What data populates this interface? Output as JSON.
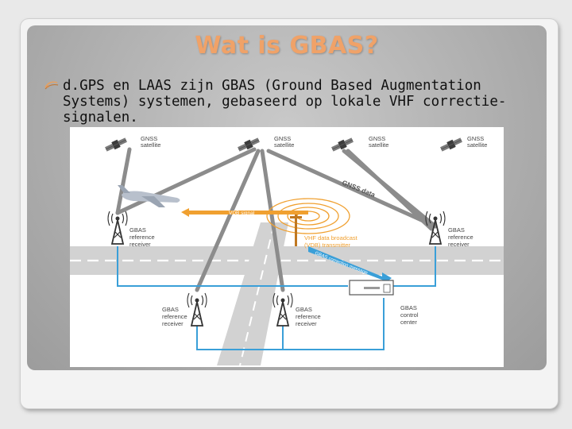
{
  "slide": {
    "title": "Wat is GBAS?",
    "bullet": "d.GPS en LAAS zijn GBAS (Ground Based Augmentation Systems) systemen, gebaseerd op lokale VHF correctie-signalen.",
    "bullet_line1": "d.GPS en LAAS zijn GBAS (Ground Based Augmentation",
    "bullet_line2": "Systems) systemen, gebaseerd op lokale VHF correctie-",
    "bullet_line3": "signalen."
  },
  "diagram": {
    "satellite_label_line1": "GNSS",
    "satellite_label_line2": "satellite",
    "gnss_data_label": "GNSS data",
    "vdb_signal_label": "VDB signal",
    "vhf_broadcast_line1": "VHF data broadcast",
    "vhf_broadcast_line2": "(VDB) transmitter",
    "correction_label": "GBAS correction message",
    "receiver_line1": "GBAS",
    "receiver_line2": "reference",
    "receiver_line3": "receiver",
    "control_line1": "GBAS",
    "control_line2": "control",
    "control_line3": "center",
    "colors": {
      "signal_orange": "#f0a030",
      "link_blue": "#3a9fd8",
      "data_gray": "#8c8c8c",
      "runway_gray": "#d2d2d2"
    }
  }
}
